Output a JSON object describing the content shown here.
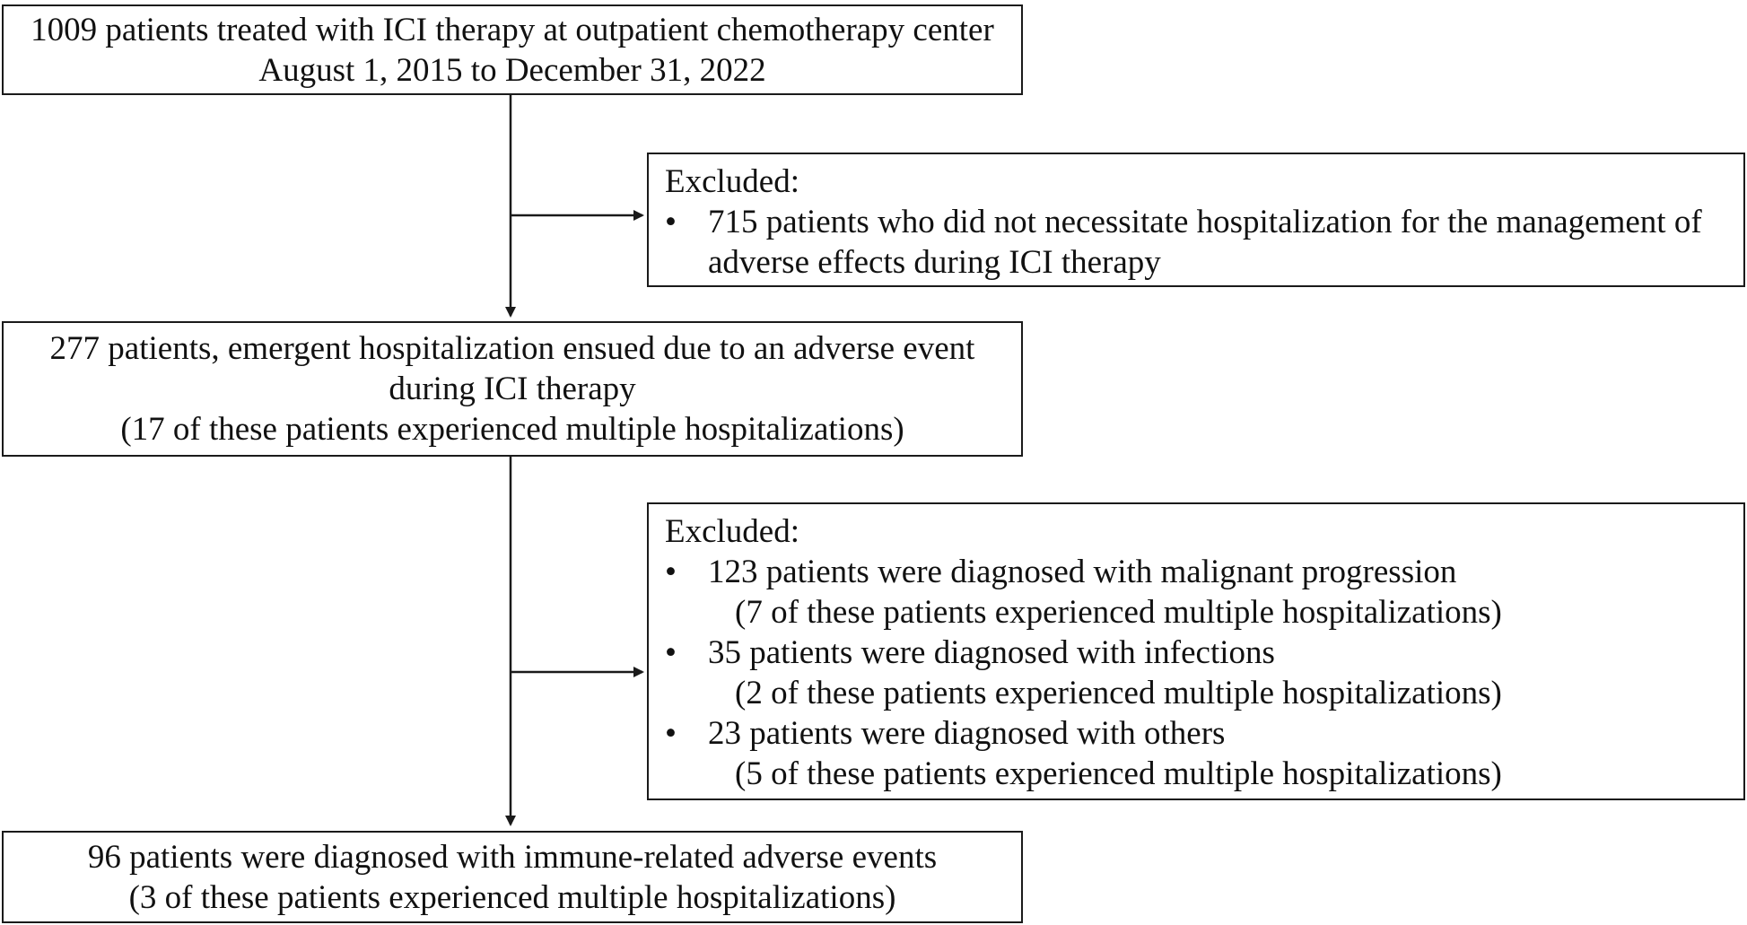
{
  "flowchart": {
    "box1": {
      "lines": [
        "1009 patients treated with ICI therapy at outpatient chemotherapy center",
        "August 1, 2015 to December 31, 2022"
      ]
    },
    "exclusion1": {
      "heading": "Excluded:",
      "bullet": "•",
      "items": [
        {
          "lines": [
            "715 patients who did not necessitate hospitalization for the management of",
            "adverse effects during ICI therapy"
          ]
        }
      ]
    },
    "box2": {
      "lines": [
        "277 patients, emergent hospitalization ensued due to an adverse event",
        "during ICI therapy",
        "(17 of these patients experienced multiple hospitalizations)"
      ]
    },
    "exclusion2": {
      "heading": "Excluded:",
      "bullet": "•",
      "items": [
        {
          "main": "123 patients were diagnosed with malignant progression",
          "sub": "(7 of these patients experienced multiple hospitalizations)"
        },
        {
          "main": "35 patients were diagnosed with infections",
          "sub": "(2 of these patients experienced multiple hospitalizations)"
        },
        {
          "main": "23 patients were diagnosed with others",
          "sub": "(5 of these patients experienced multiple hospitalizations)"
        }
      ]
    },
    "box3": {
      "lines": [
        "96 patients were diagnosed with immune-related adverse events",
        "(3 of these patients experienced multiple hospitalizations)"
      ]
    }
  },
  "colors": {
    "stroke": "#1a1a1a",
    "text": "#111111",
    "background": "#ffffff"
  }
}
